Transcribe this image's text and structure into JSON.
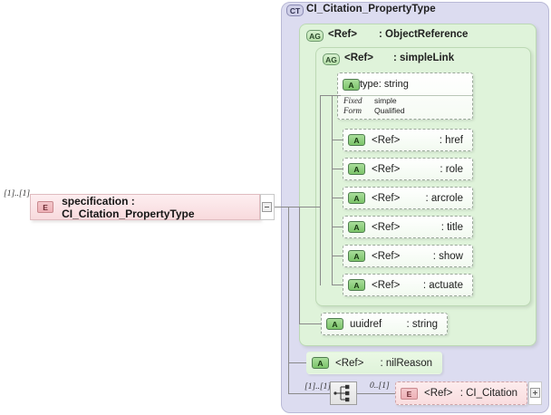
{
  "diagram": {
    "type": "xml-schema-component-diagram",
    "complex_type": {
      "badge": "CT",
      "title": "CI_Citation_PropertyType"
    },
    "source_element": {
      "badge": "E",
      "label": "specification : CI_Citation_PropertyType",
      "cardinality": "[1]..[1]",
      "expander": "minus"
    },
    "attribute_groups": [
      {
        "badge": "AG",
        "ref": "<Ref>",
        "name": ": ObjectReference"
      },
      {
        "badge": "AG",
        "ref": "<Ref>",
        "name": ": simpleLink"
      }
    ],
    "type_attribute": {
      "badge": "A",
      "name": "type",
      "type": ": string",
      "properties": [
        {
          "key": "Fixed",
          "value": "simple"
        },
        {
          "key": "Form",
          "value": "Qualified"
        }
      ]
    },
    "simplelink_attributes": [
      {
        "badge": "A",
        "ref": "<Ref>",
        "name": ": href"
      },
      {
        "badge": "A",
        "ref": "<Ref>",
        "name": ": role"
      },
      {
        "badge": "A",
        "ref": "<Ref>",
        "name": ": arcrole"
      },
      {
        "badge": "A",
        "ref": "<Ref>",
        "name": ": title"
      },
      {
        "badge": "A",
        "ref": "<Ref>",
        "name": ": show"
      },
      {
        "badge": "A",
        "ref": "<Ref>",
        "name": ": actuate"
      }
    ],
    "objectreference_attributes": [
      {
        "badge": "A",
        "ref": "uuidref",
        "name": ": string"
      }
    ],
    "type_attributes": [
      {
        "badge": "A",
        "ref": "<Ref>",
        "name": ": nilReason"
      }
    ],
    "content_model": {
      "compositor": "sequence",
      "compositor_cardinality": "[1]..[1]",
      "child_cardinality": "0..[1]",
      "child": {
        "badge": "E",
        "ref": "<Ref>",
        "name": ": CI_Citation",
        "expander": "plus"
      }
    }
  }
}
